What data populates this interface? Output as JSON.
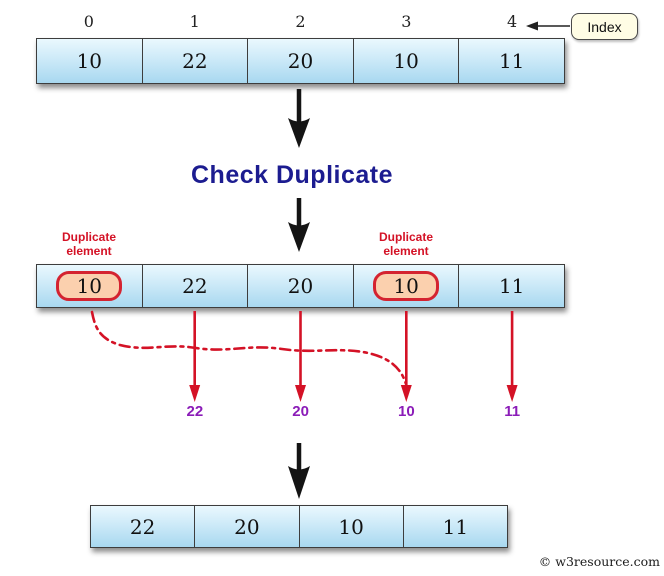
{
  "colors": {
    "cell-top": "#eaf8fe",
    "cell-bottom": "#a8d8f0",
    "red": "#d41226",
    "purple": "#8b1cb8",
    "navy": "#1c1c90",
    "highlight-fill": "#fbd0ae",
    "highlight-border": "#d42330",
    "index-box-fill": "#fffde5"
  },
  "index_box": {
    "label": "Index"
  },
  "indices": [
    "0",
    "1",
    "2",
    "3",
    "4"
  ],
  "arrays": {
    "original": [
      "10",
      "22",
      "20",
      "10",
      "11"
    ],
    "checked": [
      {
        "value": "10",
        "duplicate": true
      },
      {
        "value": "22",
        "duplicate": false
      },
      {
        "value": "20",
        "duplicate": false
      },
      {
        "value": "10",
        "duplicate": true
      },
      {
        "value": "11",
        "duplicate": false
      }
    ],
    "result": [
      "22",
      "20",
      "10",
      "11"
    ]
  },
  "labels": {
    "check_duplicate": "Check Duplicate",
    "duplicate_element_line1": "Duplicate",
    "duplicate_element_line2": "element"
  },
  "mapped_values": [
    "22",
    "20",
    "10",
    "11"
  ],
  "copyright": "© w3resource.com"
}
